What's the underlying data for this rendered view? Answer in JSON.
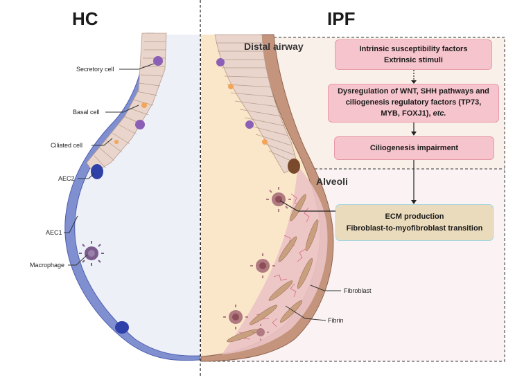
{
  "headers": {
    "left": "HC",
    "right": "IPF"
  },
  "sections": {
    "distal_airway": "Distal airway",
    "alveoli": "Alveoli"
  },
  "hc_labels": {
    "secretory_cell": "Secretory cell",
    "basal_cell": "Basal cell",
    "ciliated_cell": "Ciliated cell",
    "aec2": "AEC2",
    "aec1": "AEC1",
    "macrophage": "Macrophage"
  },
  "ipf_labels": {
    "fibroblast": "Fibroblast",
    "fibrin": "Fibrin"
  },
  "flow": {
    "box1": {
      "line1": "Intrinsic susceptibility factors",
      "line2": "Extrinsic stimuli"
    },
    "box2": {
      "line1": "Dysregulation of WNT, SHH pathways and",
      "line2": "ciliogenesis regulatory factors (TP73,",
      "line3": "MYB, FOXJ1), ",
      "line3_italic": "etc."
    },
    "box3": {
      "line1": "Ciliogenesis impairment"
    },
    "box4": {
      "line1": "ECM production",
      "line2": "Fibroblast-to-myofibroblast transition"
    }
  },
  "colors": {
    "hc_lumen": "#eef0f8",
    "hc_wall": "#7f8fd0",
    "ipf_lumen": "#fae6c8",
    "ipf_wall": "#b58c78",
    "pink_box": "#f6c4cc",
    "tan_box": "#eadbbd"
  }
}
